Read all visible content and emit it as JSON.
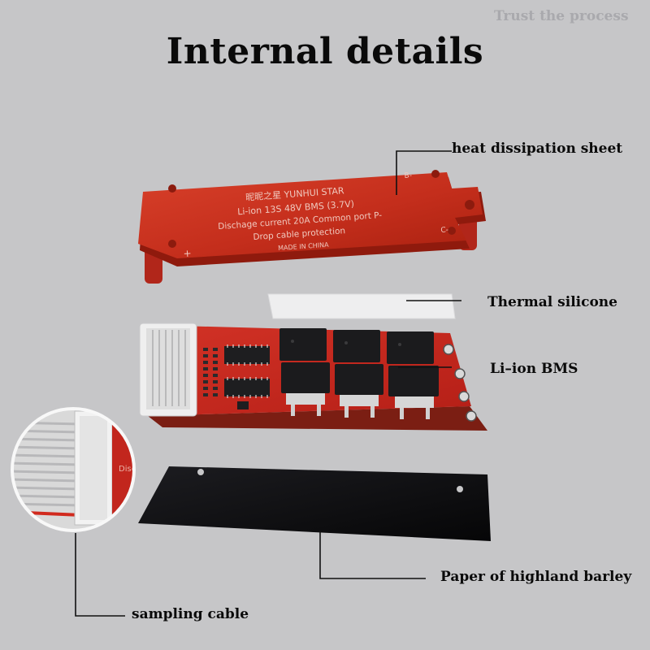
{
  "watermark": "Trust the process",
  "title": "Internal details",
  "callouts": {
    "heat_sheet": "heat dissipation sheet",
    "thermal_silicone": "Thermal silicone",
    "bms": "Li–ion BMS",
    "paper": "Paper of highland barley",
    "cable": "sampling cable"
  },
  "heatsink_print": {
    "brand": "昵昵之星  YUNHUI STAR",
    "spec": "Li-ion 13S 48V BMS (3.7V)",
    "current": "Dischage current 20A   Common port  P-",
    "protection": "Drop cable protection",
    "origin": "MADE IN CHINA",
    "mark_plus": "+",
    "mark_b": "B-",
    "mark_c": "C-"
  },
  "inset_print": "Discha",
  "colors": {
    "heatsink": "#c42e1c",
    "pcb": "#c2261d",
    "mosfet": "#1b1b1d",
    "paper": "#101012",
    "silicone": "#eeeeef",
    "background": "#c6c6c8"
  }
}
